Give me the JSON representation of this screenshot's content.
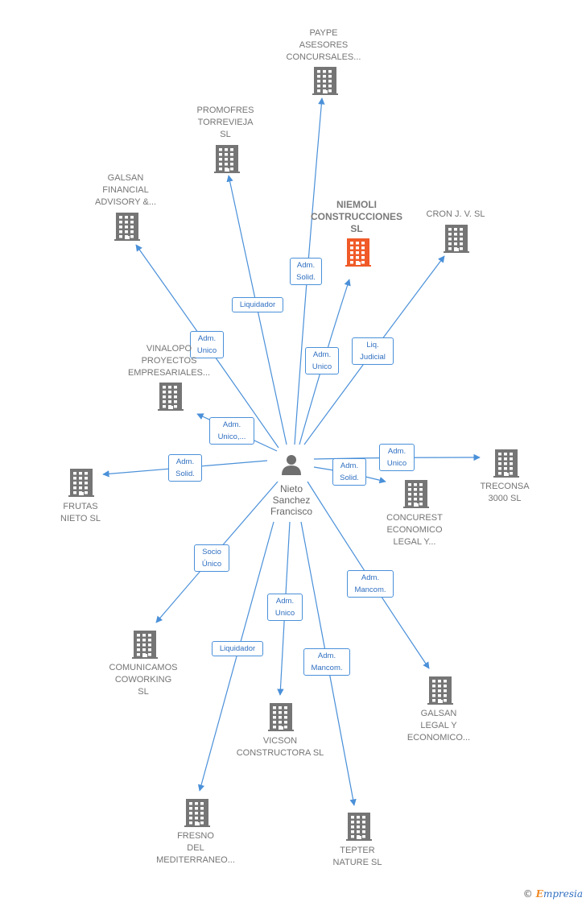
{
  "center": {
    "name": "Nieto\nSanchez\nFrancisco"
  },
  "colors": {
    "edge": "#4a90d9",
    "building": "#757575",
    "highlight": "#f05a28"
  },
  "nodes": [
    {
      "id": "paype",
      "label": "PAYPE\nASESORES\nCONCURSALES..."
    },
    {
      "id": "promofres",
      "label": "PROMOFRES\nTORREVIEJA\nSL"
    },
    {
      "id": "galsan-fin",
      "label": "GALSAN\nFINANCIAL\nADVISORY &..."
    },
    {
      "id": "niemoli",
      "label": "NIEMOLI\nCONSTRUCCIONES\nSL",
      "highlight": true
    },
    {
      "id": "cron",
      "label": "CRON J. V.  SL"
    },
    {
      "id": "vinalopo",
      "label": "VINALOPO\nPROYECTOS\nEMPRESARIALES..."
    },
    {
      "id": "frutas",
      "label": "FRUTAS\nNIETO  SL"
    },
    {
      "id": "treconsa",
      "label": "TRECONSA\n3000 SL"
    },
    {
      "id": "concurest",
      "label": "CONCUREST\nECONOMICO\nLEGAL Y..."
    },
    {
      "id": "comunicamos",
      "label": "COMUNICAMOS\nCOWORKING\nSL"
    },
    {
      "id": "galsan-legal",
      "label": "GALSAN\nLEGAL Y\nECONOMICO..."
    },
    {
      "id": "vicson",
      "label": "VICSON\nCONSTRUCTORA SL"
    },
    {
      "id": "fresno",
      "label": "FRESNO\nDEL\nMEDITERRANEO..."
    },
    {
      "id": "tepter",
      "label": "TEPTER\nNATURE SL"
    }
  ],
  "edges": [
    {
      "to": "paype",
      "label": "Adm.\nSolid."
    },
    {
      "to": "promofres",
      "label": "Liquidador"
    },
    {
      "to": "galsan-fin",
      "label": "Adm.\nUnico"
    },
    {
      "to": "niemoli",
      "label": "Adm.\nUnico"
    },
    {
      "to": "cron",
      "label": "Liq.\nJudicial"
    },
    {
      "to": "vinalopo",
      "label": "Adm.\nUnico,..."
    },
    {
      "to": "frutas",
      "label": "Adm.\nSolid."
    },
    {
      "to": "treconsa",
      "label": "Adm.\nUnico"
    },
    {
      "to": "concurest",
      "label": "Adm.\nSolid."
    },
    {
      "to": "comunicamos",
      "label": "Socio\nÚnico"
    },
    {
      "to": "galsan-legal",
      "label": "Adm.\nMancom."
    },
    {
      "to": "vicson",
      "label": "Adm.\nUnico"
    },
    {
      "to": "fresno",
      "label": "Liquidador"
    },
    {
      "to": "tepter",
      "label": "Adm.\nMancom."
    }
  ],
  "brand": {
    "copyright": "©",
    "name": "mpresia",
    "initial": "E"
  }
}
